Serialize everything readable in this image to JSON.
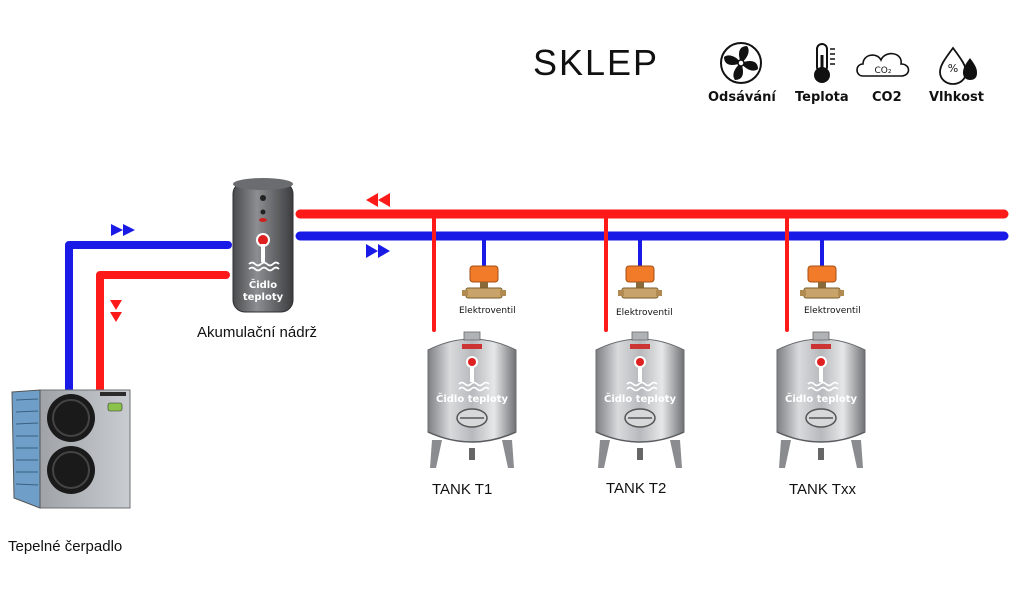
{
  "header": {
    "title": "SKLEP",
    "sensors": [
      {
        "label": "Odsávání",
        "icon": "fan-icon"
      },
      {
        "label": "Teplota",
        "icon": "thermometer-icon"
      },
      {
        "label": "CO2",
        "icon": "co2-cloud-icon",
        "glyph": "CO₂"
      },
      {
        "label": "Vlhkost",
        "icon": "humidity-icon",
        "glyph": "%"
      }
    ]
  },
  "devices": {
    "heat_pump": {
      "label": "Tepelné čerpadlo"
    },
    "buffer_tank": {
      "label": "Akumulační nádrž",
      "sensor_text": [
        "Čidlo",
        "teploty"
      ]
    }
  },
  "valve_label": "Elektroventil",
  "tanks": [
    {
      "label": "TANK T1",
      "sensor_text": "Čidlo teploty"
    },
    {
      "label": "TANK T2",
      "sensor_text": "Čidlo teploty"
    },
    {
      "label": "TANK Txx",
      "sensor_text": "Čidlo teploty"
    }
  ],
  "colors": {
    "supply": "#ff1a1a",
    "return": "#1a1ae6"
  }
}
